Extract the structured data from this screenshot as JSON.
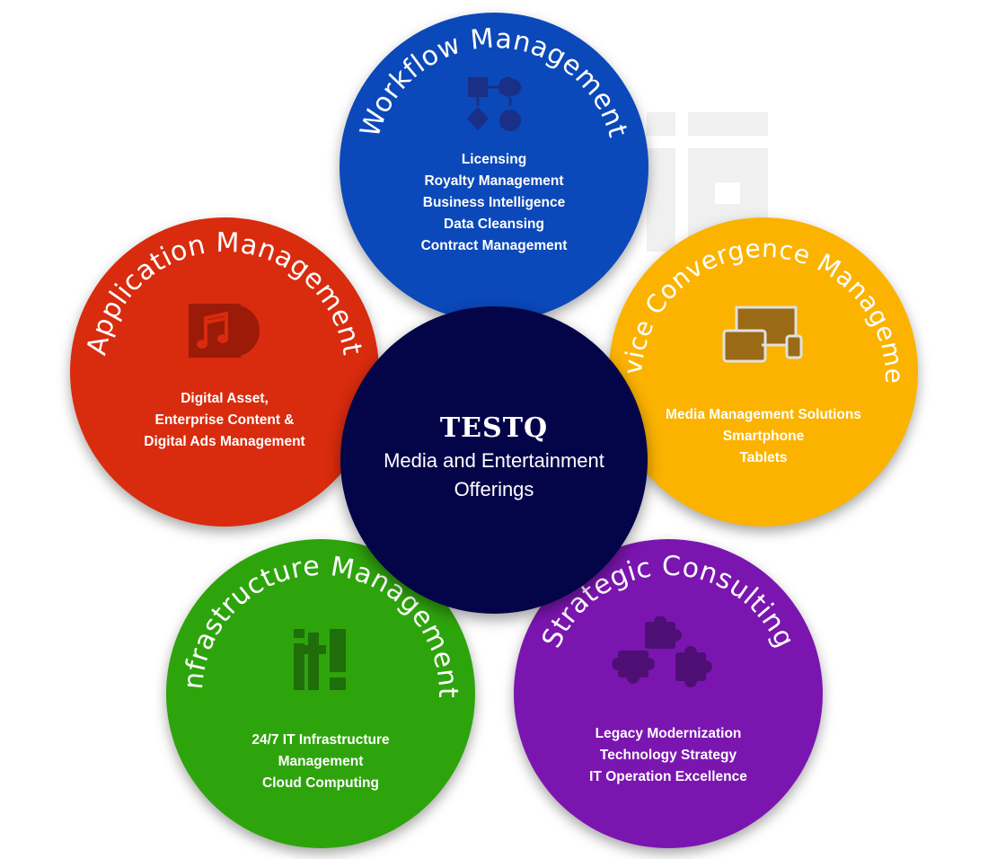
{
  "center": {
    "brand": "TESTQ",
    "subtitle": "Media and Entertainment Offerings"
  },
  "workflow": {
    "title": "Workflow Management",
    "color": "#0b48b9",
    "icon": "workflow-shapes-icon",
    "items": [
      "Licensing",
      "Royalty Management",
      "Business Intelligence",
      "Data Cleansing",
      "Contract Management"
    ]
  },
  "application": {
    "title": "Application Management",
    "color": "#d92b0e",
    "icon": "music-disc-icon",
    "items": [
      "Digital Asset,",
      "Enterprise Content &",
      "Digital Ads Management"
    ]
  },
  "device": {
    "title": "Device Convergence Management",
    "color": "#fbb300",
    "icon": "devices-icon",
    "items": [
      "Media Management Solutions",
      "Smartphone",
      "Tablets"
    ]
  },
  "infra": {
    "title": "Infrastructure Management",
    "color": "#2ea40c",
    "icon": "it-exclamation-icon",
    "items": [
      "24/7 IT Infrastructure",
      "Management",
      "Cloud Computing"
    ]
  },
  "strategic": {
    "title": "Strategic Consulting",
    "color": "#7b15b0",
    "icon": "puzzle-pieces-icon",
    "items": [
      "Legacy Modernization",
      "Technology Strategy",
      "IT Operation Excellence"
    ]
  },
  "watermark": {
    "icon": "logo-watermark-icon"
  }
}
